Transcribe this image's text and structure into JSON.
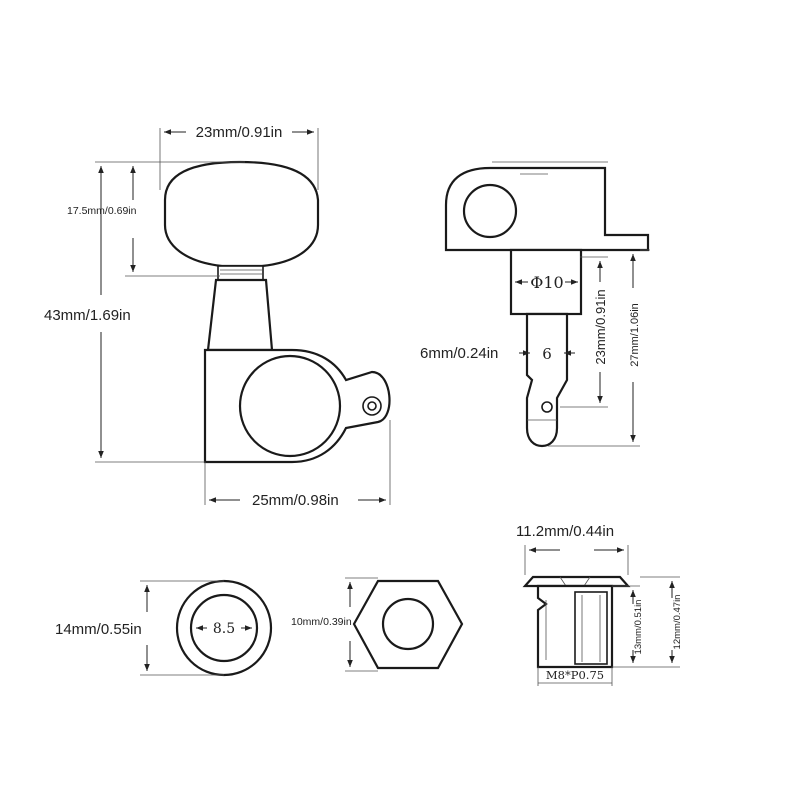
{
  "side_view": {
    "width_top": "23mm/0.91in",
    "knob_height": "17.5mm/0.69in",
    "total_height": "43mm/1.69in",
    "base_width": "25mm/0.98in"
  },
  "front_view": {
    "shaft_diameter": "Φ10",
    "pin_diameter_label": "6mm/0.24in",
    "pin_diameter_value": "6",
    "shaft_length": "23mm/0.91in",
    "total_length": "27mm/1.06in"
  },
  "washer": {
    "outer_diameter": "14mm/0.55in",
    "inner_diameter": "8.5"
  },
  "hex_nut": {
    "across_flats": "10mm/0.39in"
  },
  "bushing": {
    "width": "11.2mm/0.44in",
    "height_outer": "13mm/0.51in",
    "height_inner": "12mm/0.47in",
    "thread": "M8*P0.75"
  }
}
